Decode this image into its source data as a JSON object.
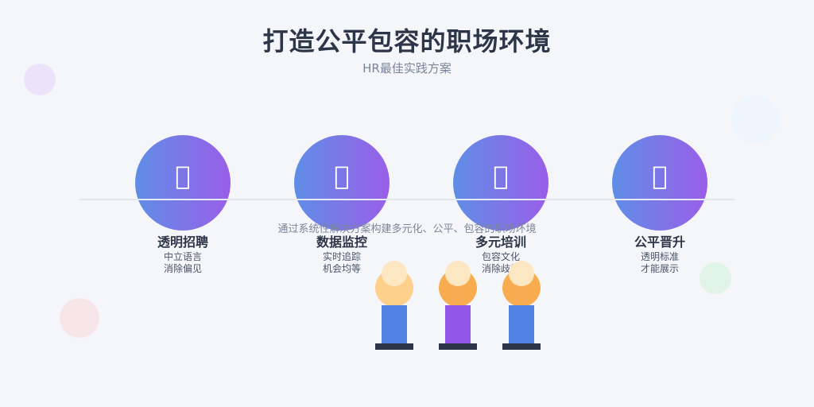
{
  "header": {
    "title": "打造公平包容的职场环境",
    "subtitle": "HR最佳实践方案"
  },
  "steps": [
    {
      "icon": "user-check-icon",
      "title": "透明招聘",
      "lines": [
        "中立语言",
        "消除偏见"
      ]
    },
    {
      "icon": "chart-icon",
      "title": "数据监控",
      "lines": [
        "实时追踪",
        "机会均等"
      ]
    },
    {
      "icon": "graduation-icon",
      "title": "多元培训",
      "lines": [
        "包容文化",
        "消除歧视"
      ]
    },
    {
      "icon": "trophy-icon",
      "title": "公平晋升",
      "lines": [
        "透明标准",
        "才能展示"
      ]
    }
  ],
  "caption": "通过系统性解决方案构建多元化、公平、包容的职场环境",
  "people": [
    {
      "skin": "#fdd18b",
      "shirt": "#4f82e2"
    },
    {
      "skin": "#f7ad4f",
      "shirt": "#9356ea"
    },
    {
      "skin": "#f7ad4f",
      "shirt": "#4f82e2"
    }
  ],
  "colors": {
    "gradient_start": "#5f8ee6",
    "gradient_end": "#9a5ee8",
    "title": "#2d3648",
    "muted": "#7a8599"
  }
}
